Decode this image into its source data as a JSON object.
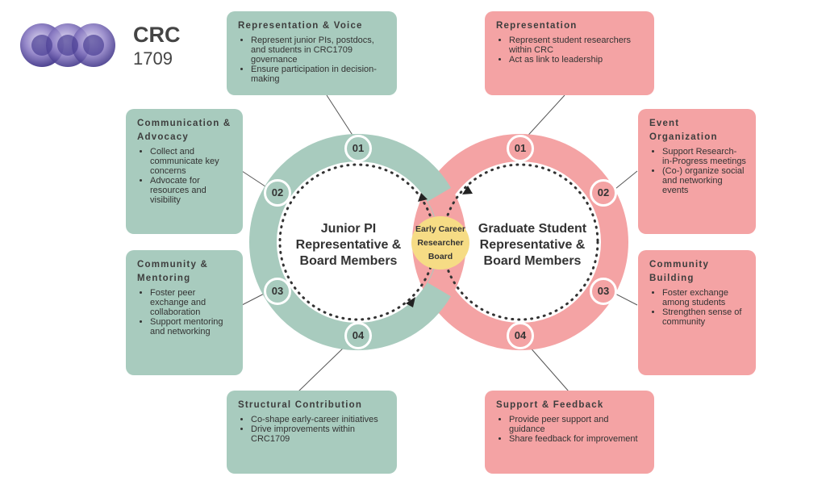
{
  "logo": {
    "name": "CRC",
    "number": "1709"
  },
  "left_circle": {
    "title": [
      "Junior PI",
      "Representative &",
      "Board Members"
    ],
    "color": "#a8cbbe",
    "nodes": [
      "01",
      "02",
      "03",
      "04"
    ]
  },
  "right_circle": {
    "title": [
      "Graduate Student",
      "Representative &",
      "Board Members"
    ],
    "color": "#f4a3a4",
    "nodes": [
      "01",
      "02",
      "03",
      "04"
    ]
  },
  "center": {
    "lines": [
      "Early Career",
      "Researcher",
      "Board"
    ],
    "color": "#f6dc85"
  },
  "left_boxes": [
    {
      "title": "Representation & Voice",
      "items": [
        "Represent junior PIs, postdocs, and students in CRC1709 governance",
        "Ensure participation in decision-making"
      ]
    },
    {
      "title": "Communication & Advocacy",
      "items": [
        "Collect and communicate key concerns",
        "Advocate for resources and visibility"
      ]
    },
    {
      "title": "Community & Mentoring",
      "items": [
        "Foster peer exchange and collaboration",
        "Support mentoring and networking"
      ]
    },
    {
      "title": "Structural Contribution",
      "items": [
        "Co-shape early-career initiatives",
        "Drive improvements within CRC1709"
      ]
    }
  ],
  "right_boxes": [
    {
      "title": "Representation",
      "items": [
        "Represent student researchers within CRC",
        "Act as link to leadership"
      ]
    },
    {
      "title": "Event Organization",
      "items": [
        "Support Research-in-Progress meetings",
        "(Co-) organize social and networking events"
      ]
    },
    {
      "title": "Community Building",
      "items": [
        "Foster exchange among students",
        "Strengthen sense of community"
      ]
    },
    {
      "title": "Support & Feedback",
      "items": [
        "Provide peer support and guidance",
        "Share feedback for improvement"
      ]
    }
  ]
}
